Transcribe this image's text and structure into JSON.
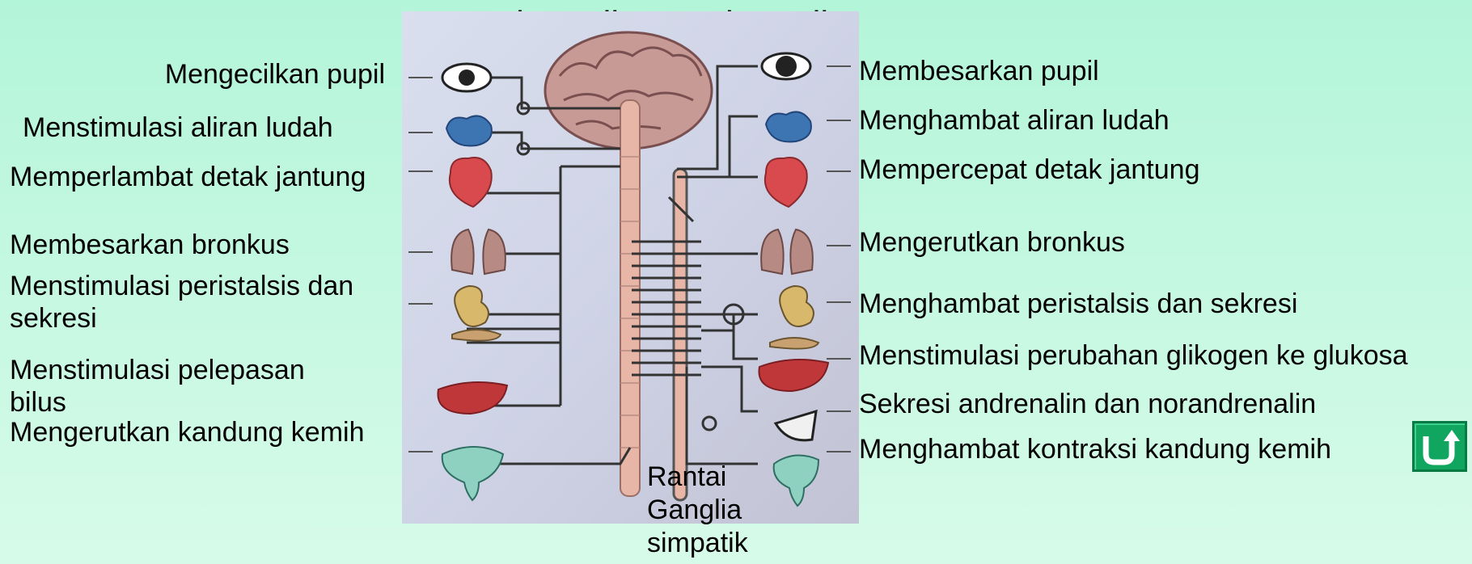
{
  "headers": {
    "left": "parasimpatik",
    "right": "simpatik"
  },
  "parasympathetic_labels": [
    "Mengecilkan pupil",
    "Menstimulasi aliran ludah",
    "Memperlambat detak jantung",
    "Membesarkan bronkus",
    "Menstimulasi peristalsis dan sekresi",
    "Menstimulasi pelepasan bilus",
    "Mengerutkan kandung kemih"
  ],
  "sympathetic_labels": [
    "Membesarkan pupil",
    "Menghambat aliran ludah",
    "Mempercepat detak jantung",
    "Mengerutkan bronkus",
    "Menghambat peristalsis dan sekresi",
    "Menstimulasi perubahan glikogen ke glukosa",
    "Sekresi andrenalin dan norandrenalin",
    "Menghambat kontraksi kandung kemih"
  ],
  "caption": {
    "line1": "Rantai",
    "line2": "Ganglia",
    "line3": "simpatik"
  },
  "colors": {
    "background": "#b3f5d9",
    "nerve_line": "#3a3a3a",
    "spinal_cord": "#e8b6a6",
    "button": "#10a65f"
  },
  "icons": {
    "return_button": "return-arrow-icon"
  }
}
